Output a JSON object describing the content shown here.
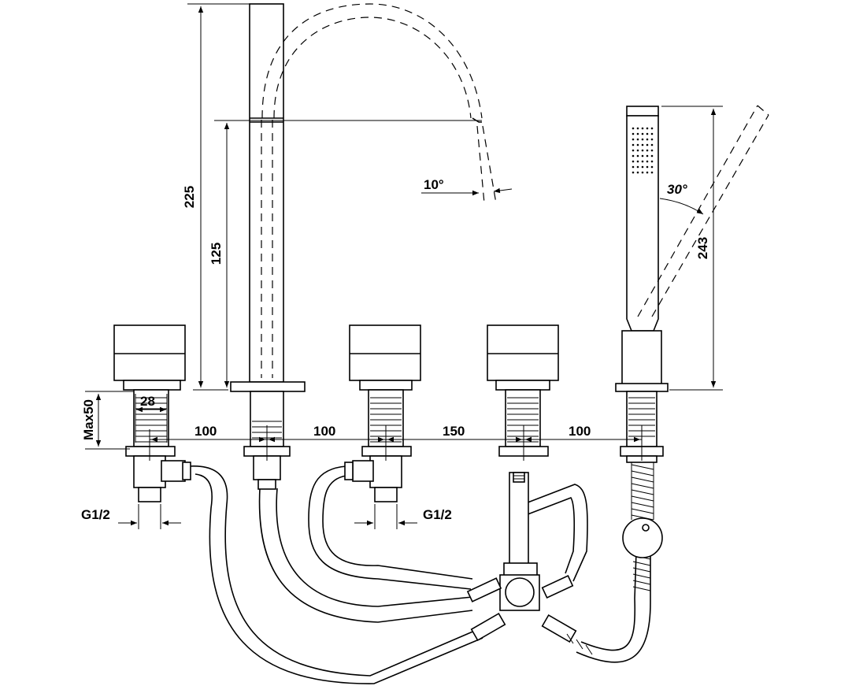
{
  "dimensions": {
    "spout_height": "225",
    "spout_outlet_height": "125",
    "handshower_height": "243",
    "mount_depth": "Max50",
    "shank_diameter": "28",
    "spacing_1": "100",
    "spacing_2": "100",
    "spacing_3": "150",
    "spacing_4": "100",
    "thread_left": "G1/2",
    "thread_right": "G1/2",
    "spout_angle": "10°",
    "handshower_angle": "30°"
  }
}
